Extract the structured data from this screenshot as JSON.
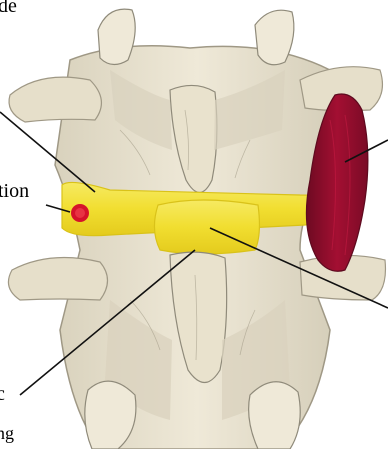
{
  "labels": {
    "top_fragment": "de",
    "left_fragment": "tion",
    "bottom_fragment_1": "c",
    "bottom_fragment_2": "ng"
  },
  "colors": {
    "bone": "#ece6d3",
    "bone_shadow": "#b9b29f",
    "bone_dark": "#8f8a7a",
    "disc": "#f3e23a",
    "disc_edge": "#d9c219",
    "muscle": "#9b0d2e",
    "muscle_dark": "#6e0a22",
    "herniation": "#d6122a",
    "line": "#111111"
  },
  "illustration": "lumbar-vertebrae-posterior-view"
}
